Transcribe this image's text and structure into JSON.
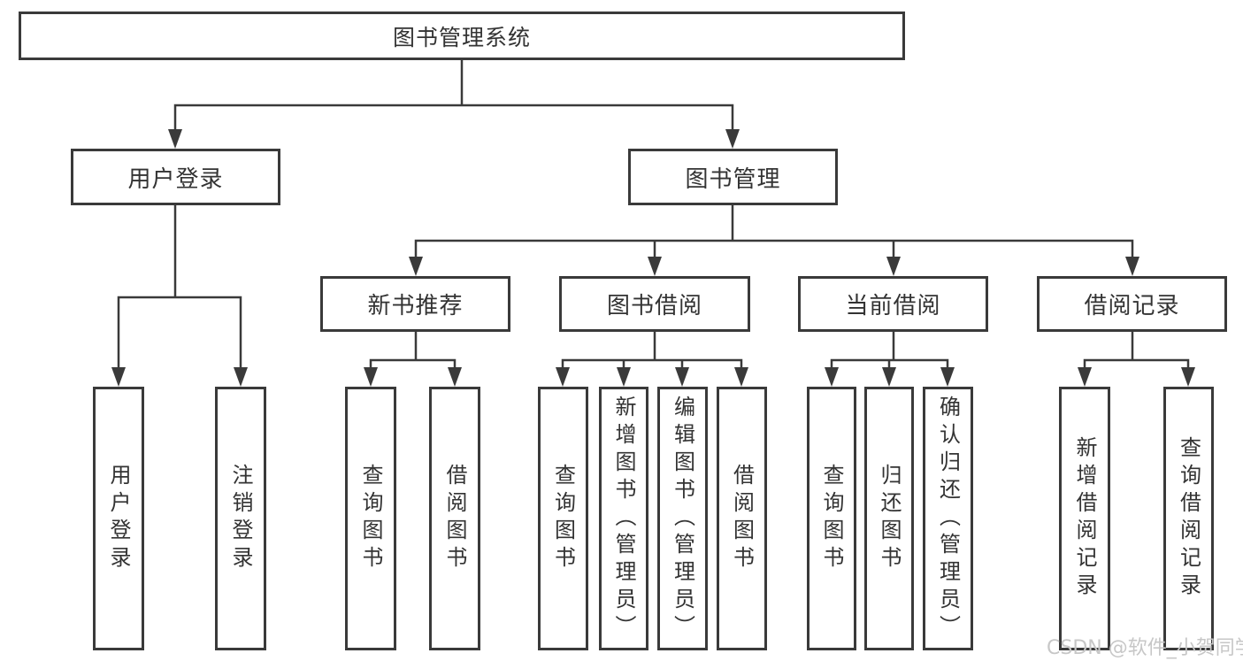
{
  "diagram": {
    "tree": {
      "label": "图书管理系统",
      "children": [
        {
          "label": "用户登录",
          "children": [
            {
              "label": "用户登录"
            },
            {
              "label": "注销登录"
            }
          ]
        },
        {
          "label": "图书管理",
          "children": [
            {
              "label": "新书推荐",
              "children": [
                {
                  "label": "查询图书"
                },
                {
                  "label": "借阅图书"
                }
              ]
            },
            {
              "label": "图书借阅",
              "children": [
                {
                  "label": "查询图书"
                },
                {
                  "label": "新增图书（管理员）"
                },
                {
                  "label": "编辑图书（管理员）"
                },
                {
                  "label": "借阅图书"
                }
              ]
            },
            {
              "label": "当前借阅",
              "children": [
                {
                  "label": "查询图书"
                },
                {
                  "label": "归还图书"
                },
                {
                  "label": "确认归还（管理员）"
                }
              ]
            },
            {
              "label": "借阅记录",
              "children": [
                {
                  "label": "新增借阅记录"
                },
                {
                  "label": "查询借阅记录"
                }
              ]
            }
          ]
        }
      ]
    },
    "colors": {
      "line": "#3a3a3a",
      "text": "#333333",
      "background": "#ffffff",
      "watermark": "#c7c7c7"
    }
  },
  "watermark": {
    "text": "CSDN @软件_小贺同学"
  }
}
